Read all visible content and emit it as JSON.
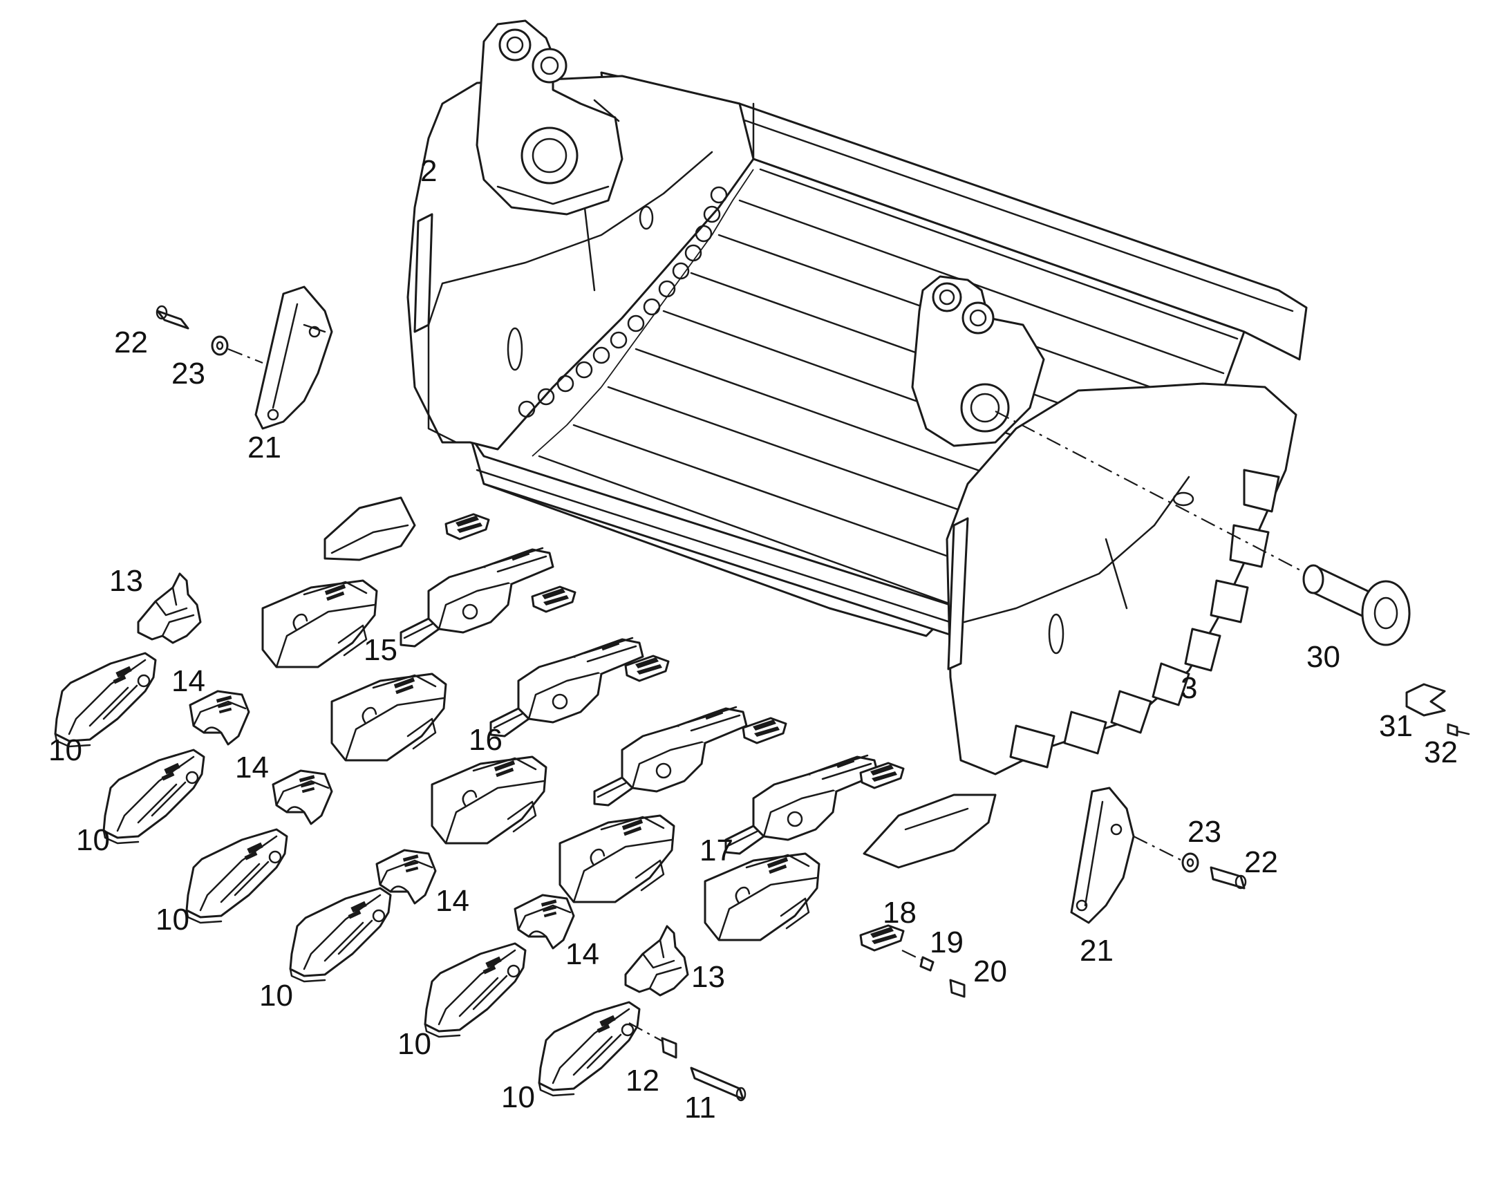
{
  "diagram": {
    "style": "exploded-parts-drawing",
    "ink_color": "#1a1a1a",
    "background_color": "#ffffff",
    "callouts": [
      {
        "id": "c2",
        "text": "2"
      },
      {
        "id": "c3",
        "text": "3"
      },
      {
        "id": "c10a",
        "text": "10"
      },
      {
        "id": "c10b",
        "text": "10"
      },
      {
        "id": "c10c",
        "text": "10"
      },
      {
        "id": "c10d",
        "text": "10"
      },
      {
        "id": "c10e",
        "text": "10"
      },
      {
        "id": "c10f",
        "text": "10"
      },
      {
        "id": "c11",
        "text": "11"
      },
      {
        "id": "c12",
        "text": "12"
      },
      {
        "id": "c13a",
        "text": "13"
      },
      {
        "id": "c13b",
        "text": "13"
      },
      {
        "id": "c14a",
        "text": "14"
      },
      {
        "id": "c14b",
        "text": "14"
      },
      {
        "id": "c14c",
        "text": "14"
      },
      {
        "id": "c14d",
        "text": "14"
      },
      {
        "id": "c15",
        "text": "15"
      },
      {
        "id": "c16",
        "text": "16"
      },
      {
        "id": "c17",
        "text": "17"
      },
      {
        "id": "c18",
        "text": "18"
      },
      {
        "id": "c19",
        "text": "19"
      },
      {
        "id": "c20",
        "text": "20"
      },
      {
        "id": "c21a",
        "text": "21"
      },
      {
        "id": "c21b",
        "text": "21"
      },
      {
        "id": "c22a",
        "text": "22"
      },
      {
        "id": "c22b",
        "text": "22"
      },
      {
        "id": "c23a",
        "text": "23"
      },
      {
        "id": "c23b",
        "text": "23"
      },
      {
        "id": "c30",
        "text": "30"
      },
      {
        "id": "c31",
        "text": "31"
      },
      {
        "id": "c32",
        "text": "32"
      }
    ]
  }
}
